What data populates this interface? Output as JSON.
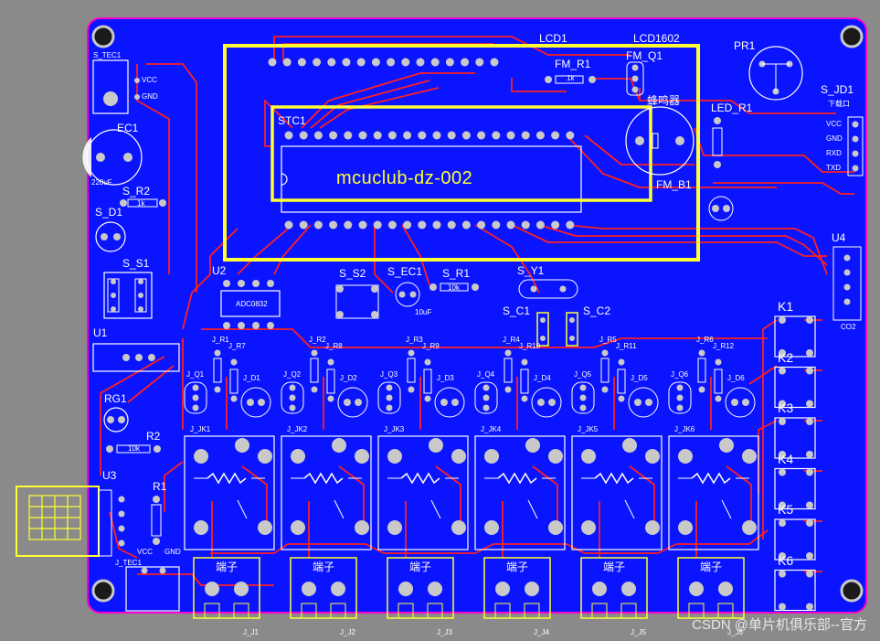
{
  "board": {
    "colors": {
      "copper": "#0a14ff",
      "trace": "#ff2020",
      "silk": "#ffffff",
      "highlight": "#ffff33",
      "pad": "#c9c9c9",
      "edge": "#ff00cc",
      "bg": "#8a8a8a"
    },
    "brand_text": "mcuclub-dz-002",
    "watermark": "CSDN @单片机俱乐部--官方"
  },
  "designators": {
    "lcd1": "LCD1",
    "lcd1602": "LCD1602",
    "pr1": "PR1",
    "fm_r1": "FM_R1",
    "fm_q1": "FM_Q1",
    "buzzer": "蜂鸣器",
    "led_r1": "LED_R1",
    "s_jd1": "S_JD1",
    "s_jd1_sub": "下载口",
    "s_tec1": "S_TEC1",
    "ec1": "EC1",
    "ec1_val": "220uF",
    "s_r2": "S_R2",
    "s_d1": "S_D1",
    "s_s1": "S_S1",
    "u2": "U2",
    "u2_part": "ADC0832",
    "stc1": "STC1",
    "s_s2": "S_S2",
    "s_ec1": "S_EC1",
    "s_ec1_val": "10uF",
    "s_r1": "S_R1",
    "s_y1": "S_Y1",
    "s_c1": "S_C1",
    "s_c2": "S_C2",
    "fm_b1": "FM_B1",
    "u1": "U1",
    "u4": "U4",
    "rg1": "RG1",
    "r2": "R2",
    "r2_val": "10k",
    "u3": "U3",
    "r1": "R1",
    "j_tec1": "J_TEC1",
    "vcc": "VCC",
    "gnd": "GND",
    "rxd": "RXD",
    "txd": "TXD",
    "r1k": "1k",
    "r10k": "10k",
    "co2": "CO2"
  },
  "keys": [
    "K1",
    "K2",
    "K3",
    "K4",
    "K5",
    "K6"
  ],
  "channels": [
    {
      "q": "J_Q1",
      "d": "J_D1",
      "r1": "J_R1",
      "r2": "J_R7",
      "k": "J_JK1",
      "term": "端子",
      "j": "J_J1"
    },
    {
      "q": "J_Q2",
      "d": "J_D2",
      "r1": "J_R2",
      "r2": "J_R8",
      "k": "J_JK2",
      "term": "端子",
      "j": "J_J2"
    },
    {
      "q": "J_Q3",
      "d": "J_D3",
      "r1": "J_R3",
      "r2": "J_R9",
      "k": "J_JK3",
      "term": "端子",
      "j": "J_J3"
    },
    {
      "q": "J_Q4",
      "d": "J_D4",
      "r1": "J_R4",
      "r2": "J_R10",
      "k": "J_JK4",
      "term": "端子",
      "j": "J_J4"
    },
    {
      "q": "J_Q5",
      "d": "J_D5",
      "r1": "J_R5",
      "r2": "J_R11",
      "k": "J_JK5",
      "term": "端子",
      "j": "J_J5"
    },
    {
      "q": "J_Q6",
      "d": "J_D6",
      "r1": "J_R6",
      "r2": "J_R12",
      "k": "J_JK6",
      "term": "端子",
      "j": "J_J6"
    }
  ]
}
